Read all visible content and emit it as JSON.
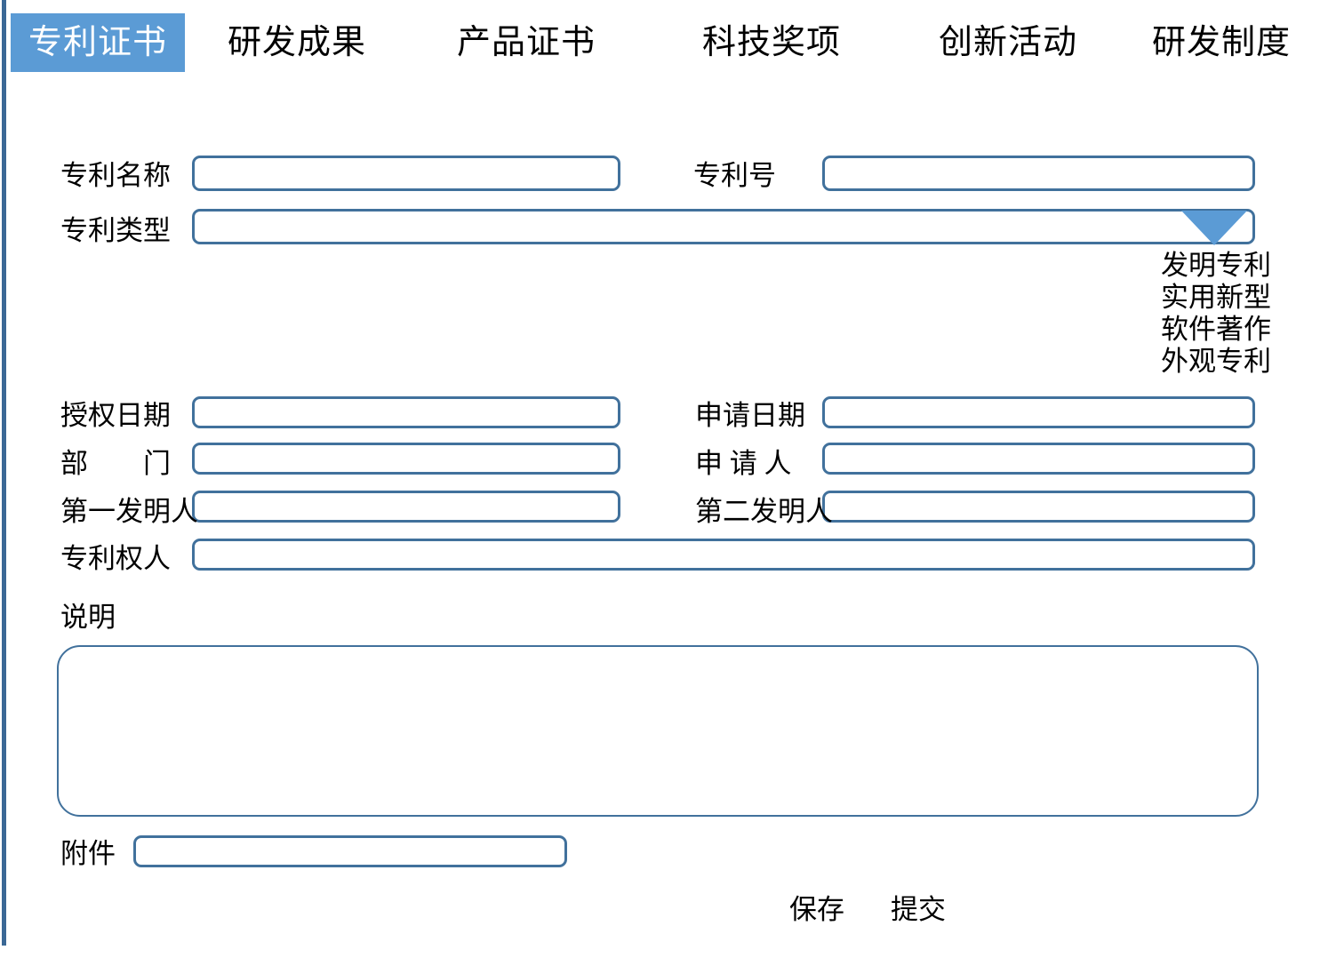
{
  "window": {
    "accent_blue": "#5B9BD5",
    "border_blue": "#41719C",
    "rule_blue": "#3B6895"
  },
  "tabs": [
    {
      "label": "专利证书",
      "active": true
    },
    {
      "label": "研发成果",
      "active": false
    },
    {
      "label": "产品证书",
      "active": false
    },
    {
      "label": "科技奖项",
      "active": false
    },
    {
      "label": "创新活动",
      "active": false
    },
    {
      "label": "研发制度",
      "active": false
    }
  ],
  "form": {
    "patent_name": {
      "label": "专利名称",
      "value": "",
      "placeholder": ""
    },
    "patent_no": {
      "label": "专利号",
      "value": "",
      "placeholder": ""
    },
    "patent_type": {
      "label": "专利类型",
      "value": "",
      "placeholder": "",
      "expanded": true,
      "options": [
        "发明专利",
        "实用新型",
        "软件著作",
        "外观专利"
      ]
    },
    "grant_date": {
      "label": "授权日期",
      "value": "",
      "placeholder": ""
    },
    "apply_date": {
      "label": "申请日期",
      "value": "",
      "placeholder": ""
    },
    "department": {
      "label": "部　　门",
      "value": "",
      "placeholder": ""
    },
    "applicant": {
      "label": "申 请 人",
      "value": "",
      "placeholder": ""
    },
    "first_inventor": {
      "label": "第一发明人",
      "value": "",
      "placeholder": ""
    },
    "second_inventor": {
      "label": "第二发明人",
      "value": "",
      "placeholder": ""
    },
    "patent_holder": {
      "label": "专利权人",
      "value": "",
      "placeholder": ""
    },
    "description": {
      "label": "说明",
      "value": "",
      "placeholder": ""
    },
    "attachment": {
      "label": "附件",
      "value": "",
      "placeholder": ""
    }
  },
  "actions": {
    "save_label": "保存",
    "submit_label": "提交"
  }
}
